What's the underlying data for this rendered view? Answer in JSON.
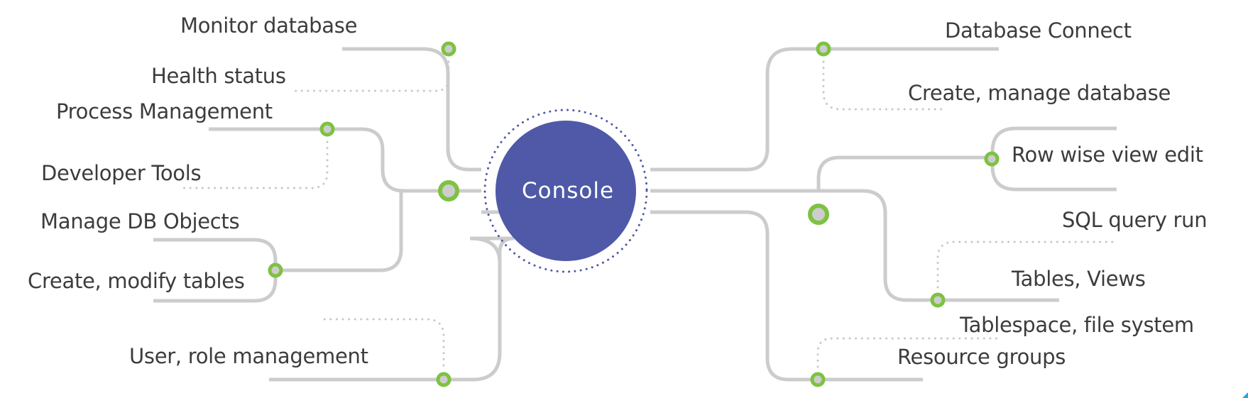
{
  "center": {
    "label": "Console"
  },
  "colors": {
    "center_fill": "#4f59a8",
    "center_ring": "#4f59a8",
    "connector": "#cccccc",
    "dotted_connector": "#c8c8c8",
    "node_ring": "#7dc241",
    "node_fill": "#cdcdcd",
    "text": "#3c3c3c",
    "corner_accent": "#29a3e0"
  },
  "left_branches": [
    {
      "label": "Monitor database",
      "sub": "Health status"
    },
    {
      "label": "Process Management",
      "sub": "Developer Tools"
    },
    {
      "label": "Manage DB Objects",
      "sub": "Create, modify tables"
    },
    {
      "label": "User, role management"
    }
  ],
  "right_branches": [
    {
      "label": "Database Connect",
      "sub": "Create, manage database"
    },
    {
      "label": "Row wise view edit"
    },
    {
      "label": "SQL query run",
      "sub": "Tables, Views"
    },
    {
      "label": "Tablespace, file system",
      "sub": "Resource groups"
    }
  ]
}
